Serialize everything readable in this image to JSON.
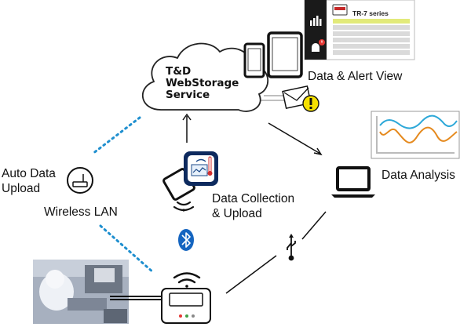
{
  "cloud": {
    "line1": "T&D",
    "line2": "WebStorage",
    "line3": "Service"
  },
  "panel": {
    "title": "TR-7 series"
  },
  "labels": {
    "alert_view": "Data & Alert View",
    "analysis": "Data Analysis",
    "auto_upload_line1": "Auto Data",
    "auto_upload_line2": "Upload",
    "wireless_lan": "Wireless LAN",
    "collection_line1": "Data Collection",
    "collection_line2": "& Upload"
  },
  "colors": {
    "dotted_link": "#1f8fcf",
    "bluetooth": "#1565c0",
    "alert": "#f5e000",
    "panel_sidebar": "#1a1a1a",
    "panel_highlight": "#e2ea7a",
    "series_blue": "#2da8d8",
    "series_orange": "#e58a1f"
  },
  "icons": [
    "cloud-icon",
    "smartphone-icon",
    "tablet-icon",
    "mail-icon",
    "alert-icon",
    "laptop-icon",
    "router-icon",
    "wifi-icon",
    "bluetooth-icon",
    "usb-icon",
    "data-logger-icon",
    "chart-icon",
    "thermometer-icon"
  ]
}
